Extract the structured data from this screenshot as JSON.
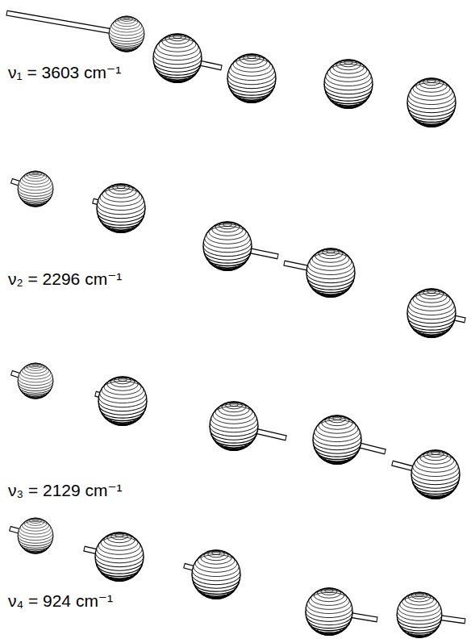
{
  "diagram": {
    "labels": [
      "ν₁ = 3603 cm⁻¹",
      "ν₂ = 2296 cm⁻¹",
      "ν₃ = 2129 cm⁻¹",
      "ν₄ = 924 cm⁻¹"
    ]
  }
}
